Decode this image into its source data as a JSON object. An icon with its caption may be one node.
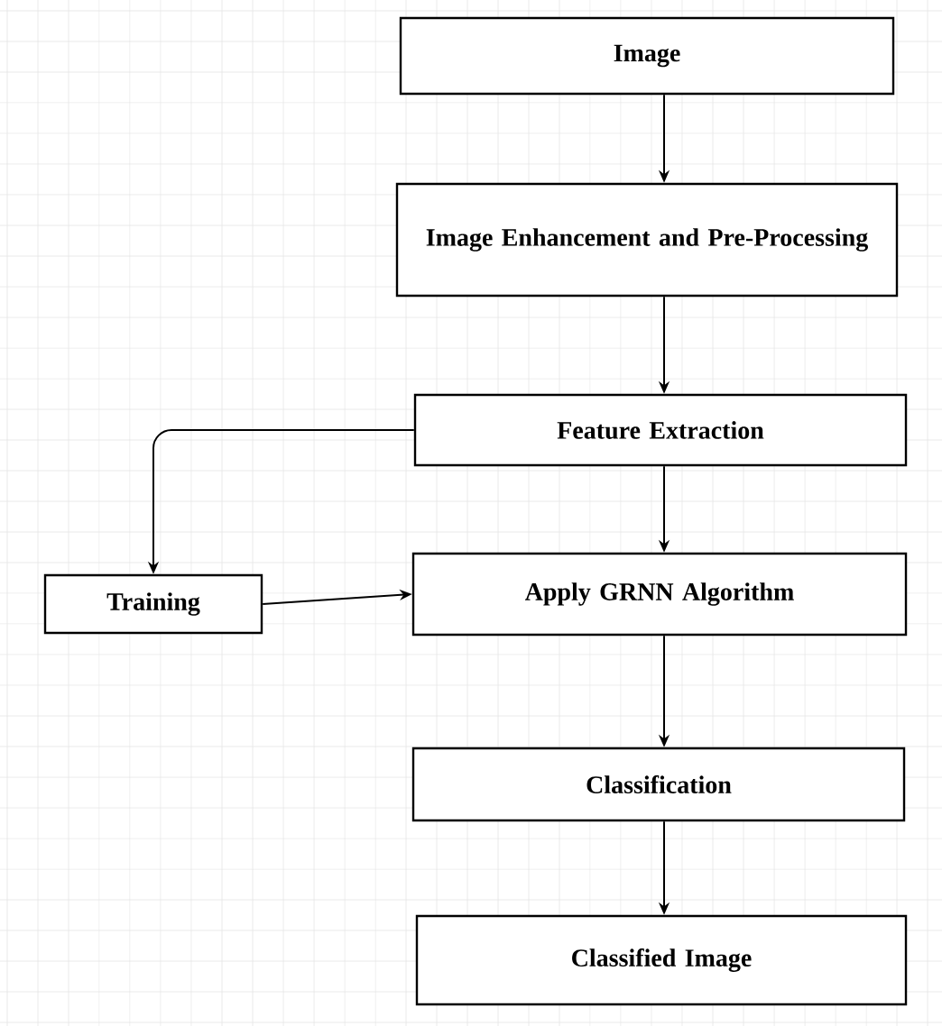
{
  "diagram": {
    "nodes": [
      {
        "text": [
          "Image"
        ]
      },
      {
        "text": [
          "Image Enhancement and Pre-Processing"
        ]
      },
      {
        "text": [
          "Feature Extraction"
        ]
      },
      {
        "text": [
          "Training"
        ]
      },
      {
        "text": [
          "Apply GRNN Algorithm"
        ]
      },
      {
        "text": [
          "Classification"
        ]
      },
      {
        "text": [
          "Classified Image"
        ]
      }
    ],
    "edges": [
      {
        "from": 0,
        "to": 1,
        "arrow": "to"
      },
      {
        "from": 1,
        "to": 2,
        "arrow": "to"
      },
      {
        "from": 2,
        "to": 4,
        "arrow": "to"
      },
      {
        "from": 2,
        "to": 3,
        "arrow": "to"
      },
      {
        "from": 3,
        "to": 4,
        "arrow": "to"
      },
      {
        "from": 4,
        "to": 5,
        "arrow": "to"
      },
      {
        "from": 5,
        "to": 6,
        "arrow": "to"
      }
    ]
  }
}
